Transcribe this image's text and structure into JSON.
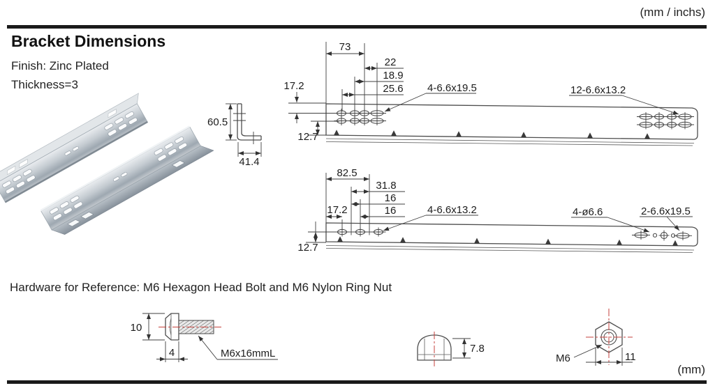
{
  "page": {
    "units_top": "(mm / inchs)",
    "units_bottom": "(mm)",
    "title": "Bracket Dimensions",
    "finish": "Finish: Zinc Plated",
    "thickness": "Thickness=3",
    "hardware_heading": "Hardware for Reference: M6 Hexagon Head Bolt and M6 Nylon Ring Nut"
  },
  "profile": {
    "height": "60.5",
    "width": "41.4"
  },
  "bracket1": {
    "span": "73",
    "dim1": "22",
    "dim2": "18.9",
    "dim3": "25.6",
    "edge_top": "17.2",
    "edge_bottom": "12.7",
    "slots_left": "4-6.6x19.5",
    "slots_right": "12-6.6x13.2"
  },
  "bracket2": {
    "span": "82.5",
    "dim1": "31.8",
    "dim2": "16",
    "dim3": "16",
    "edge_top": "17.2",
    "edge_bottom": "12.7",
    "slots_left": "4-6.6x13.2",
    "holes": "4-ø6.6",
    "slots_right": "2-6.6x19.5"
  },
  "bolt": {
    "head_height": "10",
    "head_thickness": "4",
    "label": "M6x16mmL"
  },
  "nut_side": {
    "height": "7.8"
  },
  "nut_front": {
    "thread": "M6",
    "width": "11"
  }
}
